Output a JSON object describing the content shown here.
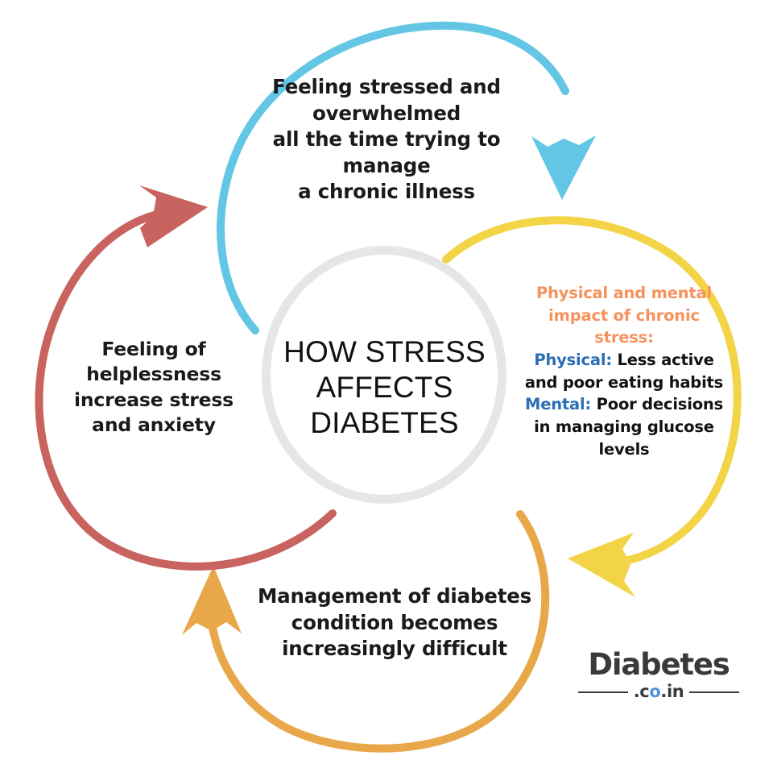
{
  "center": {
    "title_lines": [
      "HOW STRESS",
      "AFFECTS",
      "DIABETES"
    ],
    "ring_color": "#e6e6e6"
  },
  "nodes": {
    "top": {
      "id": "feeling-stressed",
      "color": "#62c6e4",
      "lines": [
        "Feeling stressed and",
        "overwhelmed",
        "all the time trying to",
        "manage",
        "a chronic illness"
      ]
    },
    "right": {
      "id": "physical-mental-impact",
      "color": "#f3d446",
      "heading_color": "#f5935e",
      "tag_color": "#2a6fb5",
      "heading_lines": [
        "Physical and mental",
        "impact of chronic",
        "stress:"
      ],
      "items": [
        {
          "tag": "Physical:",
          "text_lines": [
            " Less active",
            "and poor eating habits"
          ]
        },
        {
          "tag": "Mental:",
          "text_lines": [
            " Poor decisions",
            "in managing glucose",
            "levels"
          ]
        }
      ]
    },
    "bottom": {
      "id": "management-difficult",
      "color": "#e8a84a",
      "lines": [
        "Management of diabetes",
        "condition becomes",
        "increasingly difficult"
      ]
    },
    "left": {
      "id": "feeling-helplessness",
      "color": "#c8635f",
      "lines": [
        "Feeling of",
        "helplessness",
        "increase stress",
        "and anxiety"
      ]
    }
  },
  "logo": {
    "word": "Diabetes",
    "domain_prefix": ".c",
    "domain_o": "o",
    "domain_suffix": ".in",
    "word_color": "#3a3a3c",
    "accent_color": "#4f93e0"
  },
  "palette": {
    "blue": "#62c6e4",
    "yellow": "#f3d446",
    "orange": "#e8a84a",
    "red": "#c8635f",
    "gray_ring": "#e6e6e6",
    "text_dark": "#1a1a1a",
    "background": "#ffffff"
  }
}
